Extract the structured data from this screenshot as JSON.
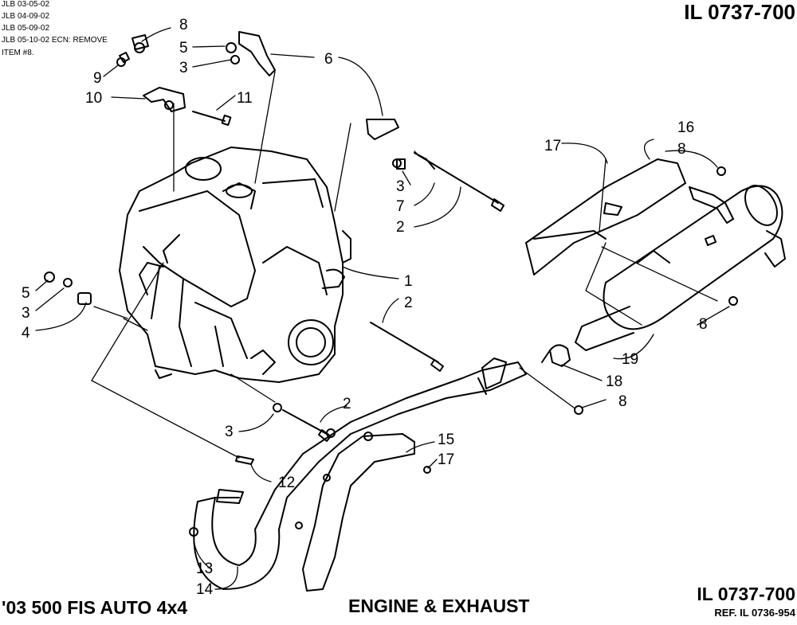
{
  "revisions": [
    "JLB 03-05-02",
    "JLB 04-09-02",
    "JLB 05-09-02",
    "JLB 05-10-02 ECN: REMOVE",
    "ITEM #8."
  ],
  "illustration_number_top": "IL 0737-700",
  "footer": {
    "model": "'03 500 FIS AUTO 4x4",
    "title": "ENGINE & EXHAUST",
    "illustration_number": "IL 0737-700",
    "reference": "REF. IL 0736-954"
  },
  "callouts": [
    "8",
    "5",
    "3",
    "9",
    "10",
    "11",
    "6",
    "3",
    "7",
    "2",
    "16",
    "17",
    "8",
    "5",
    "3",
    "4",
    "1",
    "2",
    "8",
    "19",
    "18",
    "8",
    "2",
    "3",
    "15",
    "17",
    "12",
    "13",
    "14"
  ]
}
